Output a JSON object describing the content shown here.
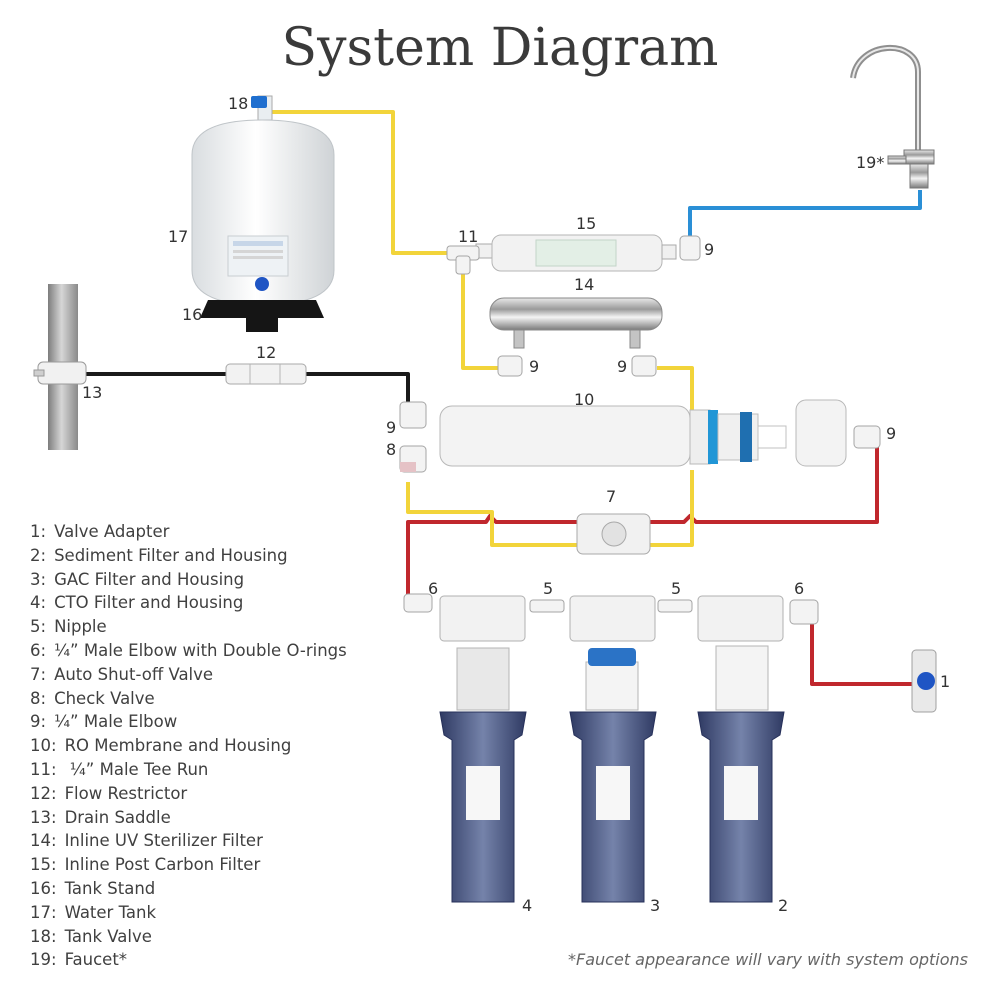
{
  "title": "System Diagram",
  "parts": [
    {
      "key": "1:",
      "name": "Valve Adapter"
    },
    {
      "key": "2:",
      "name": "Sediment Filter and Housing"
    },
    {
      "key": "3:",
      "name": "GAC Filter and Housing"
    },
    {
      "key": "4:",
      "name": "CTO Filter and Housing"
    },
    {
      "key": "5:",
      "name": "Nipple"
    },
    {
      "key": "6:",
      "name": "¼” Male Elbow with Double O-rings"
    },
    {
      "key": "7:",
      "name": "Auto Shut-off Valve"
    },
    {
      "key": "8:",
      "name": "Check Valve"
    },
    {
      "key": "9:",
      "name": "¼” Male Elbow"
    },
    {
      "key": "10:",
      "name": "RO Membrane and Housing"
    },
    {
      "key": "11:",
      "name": " ¼” Male Tee Run"
    },
    {
      "key": "12:",
      "name": "Flow Restrictor"
    },
    {
      "key": "13:",
      "name": "Drain Saddle"
    },
    {
      "key": "14:",
      "name": "Inline UV Sterilizer Filter"
    },
    {
      "key": "15:",
      "name": "Inline Post Carbon Filter"
    },
    {
      "key": "16:",
      "name": "Tank Stand"
    },
    {
      "key": "17:",
      "name": "Water Tank"
    },
    {
      "key": "18:",
      "name": "Tank Valve"
    },
    {
      "key": "19:",
      "name": "Faucet*"
    }
  ],
  "callouts": {
    "n1": "1",
    "n2": "2",
    "n3": "3",
    "n4": "4",
    "n5a": "5",
    "n5b": "5",
    "n6a": "6",
    "n6b": "6",
    "n7": "7",
    "n8": "8",
    "n9a": "9",
    "n9b": "9",
    "n9c": "9",
    "n9d": "9",
    "n9e": "9",
    "n10": "10",
    "n11": "11",
    "n12": "12",
    "n13": "13",
    "n14": "14",
    "n15": "15",
    "n16": "16",
    "n17": "17",
    "n18": "18",
    "n19": "19*"
  },
  "note": "*Faucet appearance will vary with system options",
  "colors": {
    "feed_line": "#c0272d",
    "membrane_line": "#f2d43a",
    "clean_line": "#2a8fd6",
    "drain_line": "#1a1a1a"
  }
}
